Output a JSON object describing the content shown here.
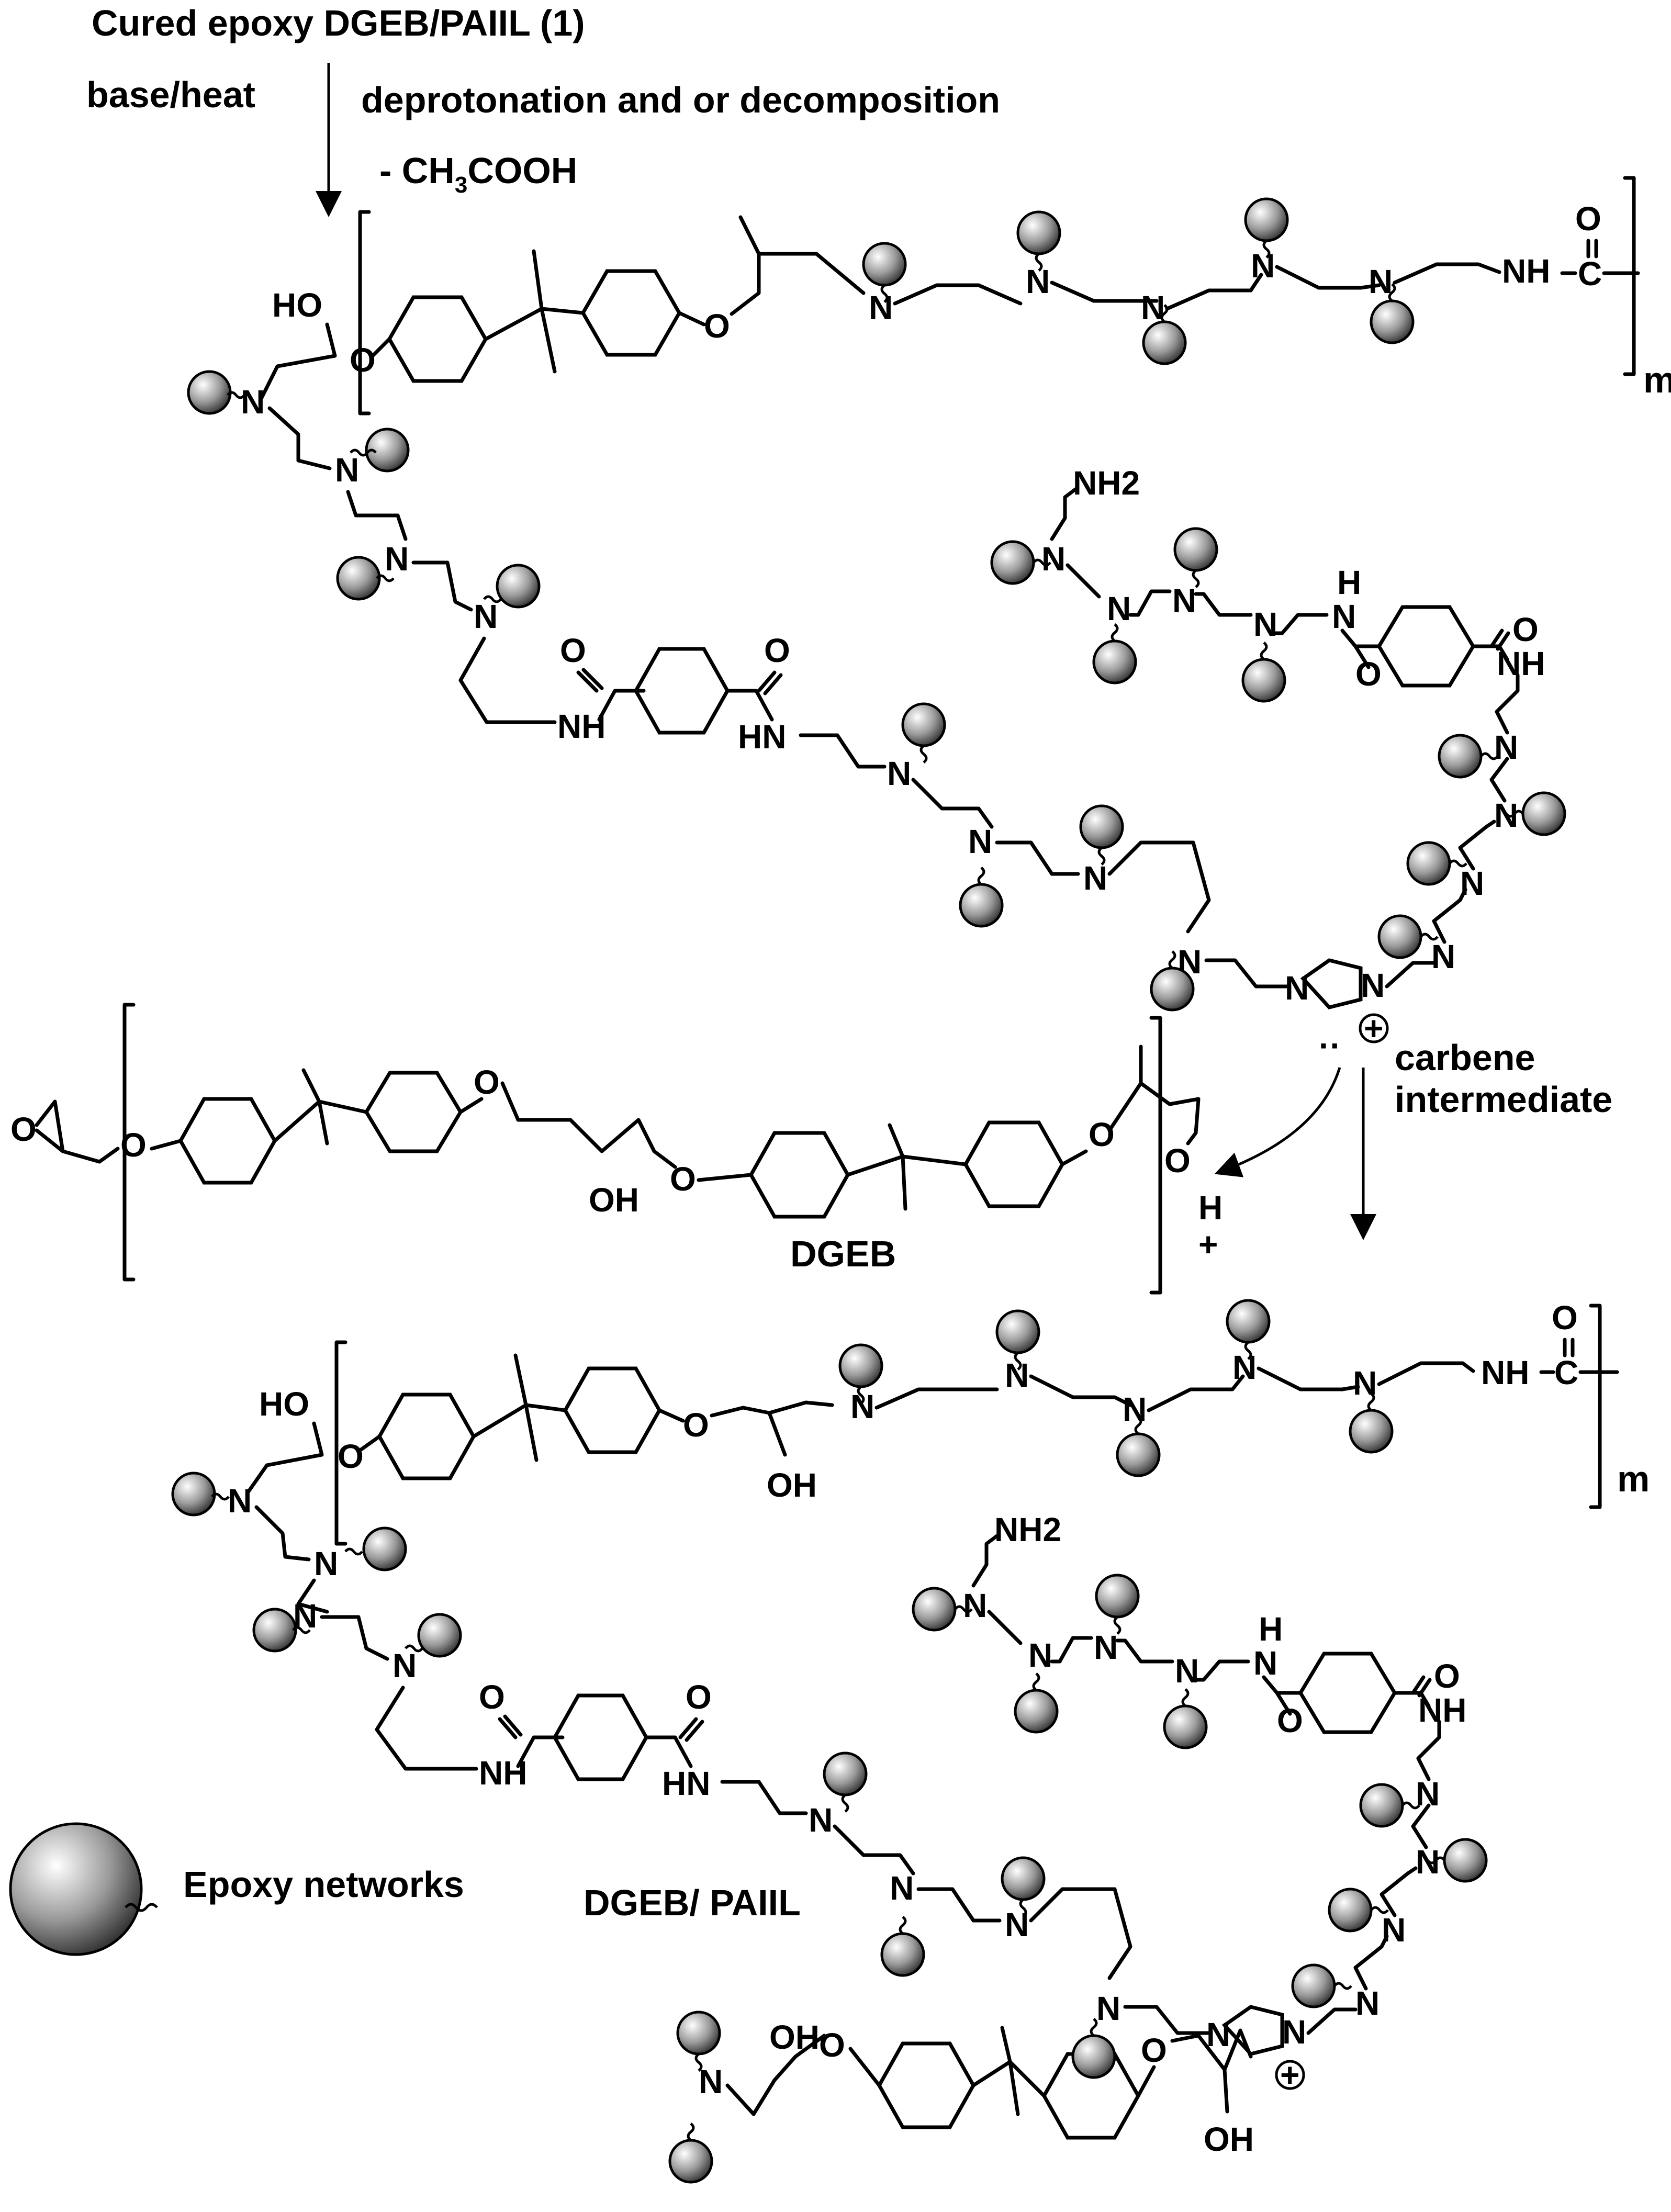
{
  "scheme": {
    "title": "Cured epoxy DGEB/PAIIL (1)",
    "conditions": "base/heat",
    "process": "deprotonation and or decomposition",
    "byproduct_prefix": "- CH",
    "byproduct_sub": "3",
    "byproduct_suffix": "COOH",
    "carbene_line1": "carbene",
    "carbene_line2": "intermediate",
    "dgeb_label": "DGEB",
    "product_label": "DGEB/ PAIIL",
    "legend_label": "Epoxy networks",
    "repeat_index": "m",
    "atoms": {
      "N": "N",
      "O": "O",
      "HO": "HO",
      "OH": "OH",
      "NH": "NH",
      "HN": "HN",
      "H": "H",
      "NH2": "NH2",
      "C": "C",
      "plus": "+",
      "charge": "+",
      "lone_pair": "··"
    }
  }
}
